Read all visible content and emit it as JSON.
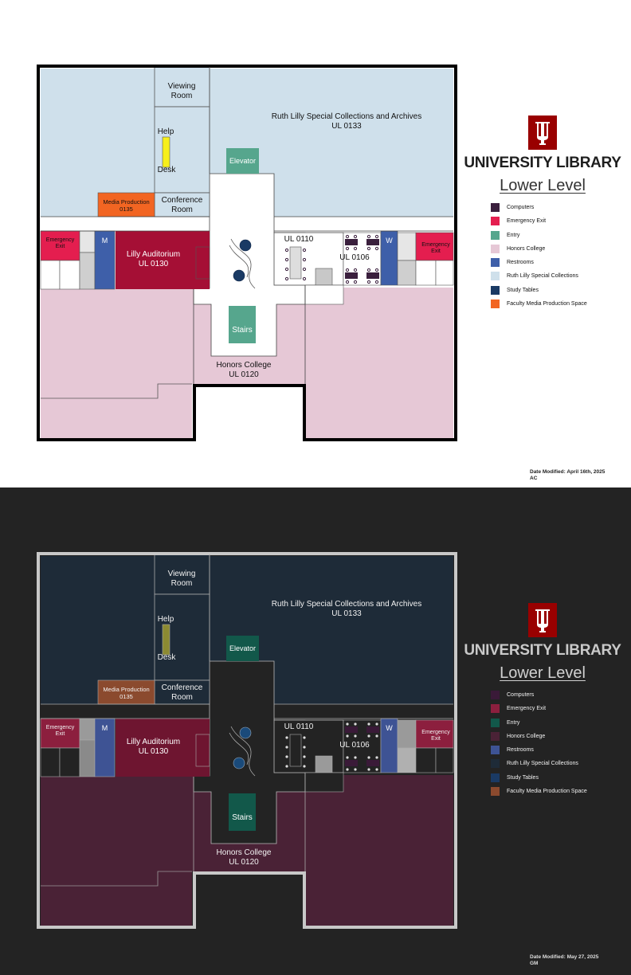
{
  "header": {
    "university": "UNIVERSITY LIBRARY",
    "level": "Lower Level",
    "logo_icon": "iu-trident-logo-icon",
    "logo_color": "#990000"
  },
  "legend": [
    {
      "label": "Computers",
      "light": "#3a1f3d",
      "dark": "#3a1a38"
    },
    {
      "label": "Emergency Exit",
      "light": "#e41e4f",
      "dark": "#8c1f3e"
    },
    {
      "label": "Entry",
      "light": "#56a68d",
      "dark": "#12584a"
    },
    {
      "label": "Honors College",
      "light": "#e6c8d6",
      "dark": "#4a2236"
    },
    {
      "label": "Restrooms",
      "light": "#3e5fa9",
      "dark": "#3e5394"
    },
    {
      "label": "Ruth Lilly Special Collections",
      "light": "#cfe0eb",
      "dark": "#1e2b38"
    },
    {
      "label": "Study Tables",
      "light": "#1a3a64",
      "dark": "#1a3a64"
    },
    {
      "label": "Faculty Media Production Space",
      "light": "#f26522",
      "dark": "#8b4a2e"
    }
  ],
  "rooms": {
    "viewing_room": "Viewing\nRoom",
    "special_collections": "Ruth Lilly Special Collections and Archives\nUL 0133",
    "help": "Help",
    "desk": "Desk",
    "elevator": "Elevator",
    "media_production": "Media Production\n0135",
    "conference_room": "Conference\nRoom",
    "emergency_exit_left": "Emergency\nExit",
    "restroom_m": "M",
    "auditorium": "Lilly Auditorium\nUL 0130",
    "ul0110": "UL 0110",
    "ul0106": "UL 0106",
    "restroom_w": "W",
    "emergency_exit_right": "Emergency\nExit",
    "stairs": "Stairs",
    "honors_college": "Honors College\nUL 0120"
  },
  "footer_light": {
    "date": "Date Modified: April 16th, 2025",
    "initials": "AC"
  },
  "footer_dark": {
    "date": "Date Modified: May 27, 2025",
    "initials": "GM"
  }
}
